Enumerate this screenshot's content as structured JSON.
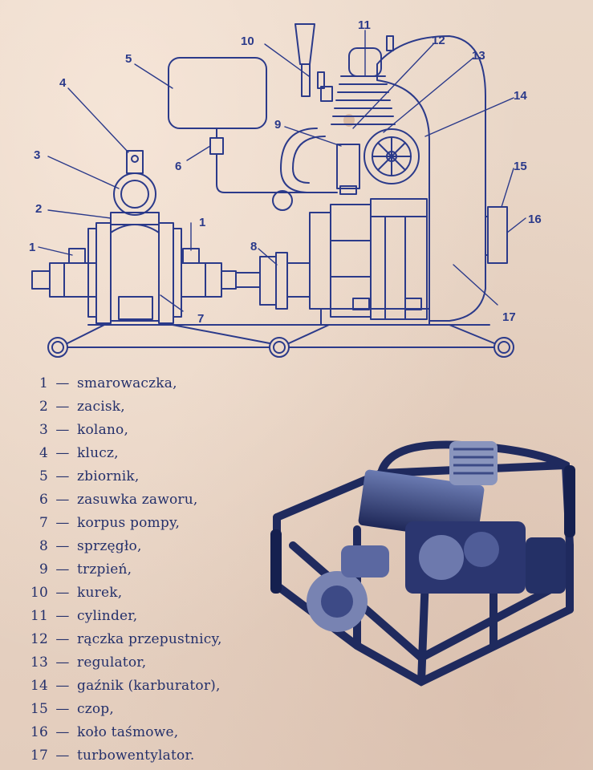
{
  "diagram_labels": [
    "1",
    "2",
    "3",
    "4",
    "5",
    "6",
    "7",
    "8",
    "9",
    "10",
    "11",
    "12",
    "13",
    "14",
    "15",
    "16",
    "17"
  ],
  "legend": [
    {
      "num": "1",
      "text": "smarowaczka,"
    },
    {
      "num": "2",
      "text": "zacisk,"
    },
    {
      "num": "3",
      "text": "kolano,"
    },
    {
      "num": "4",
      "text": "klucz,"
    },
    {
      "num": "5",
      "text": "zbiornik,"
    },
    {
      "num": "6",
      "text": "zasuwka zaworu,"
    },
    {
      "num": "7",
      "text": "korpus pompy,"
    },
    {
      "num": "8",
      "text": "sprzęgło,"
    },
    {
      "num": "9",
      "text": "trzpień,"
    },
    {
      "num": "10",
      "text": "kurek,"
    },
    {
      "num": "11",
      "text": "cylinder,"
    },
    {
      "num": "12",
      "text": "rączka przepustnicy,"
    },
    {
      "num": "13",
      "text": "regulator,"
    },
    {
      "num": "14",
      "text": "gaźnik (karburator),"
    },
    {
      "num": "15",
      "text": "czop,"
    },
    {
      "num": "16",
      "text": "koło taśmowe,"
    },
    {
      "num": "17",
      "text": "turbowentylator."
    }
  ],
  "dash": "—",
  "colors": {
    "ink": "#2b3a8a",
    "paper": "#e9d5c5",
    "text": "#24306b"
  }
}
